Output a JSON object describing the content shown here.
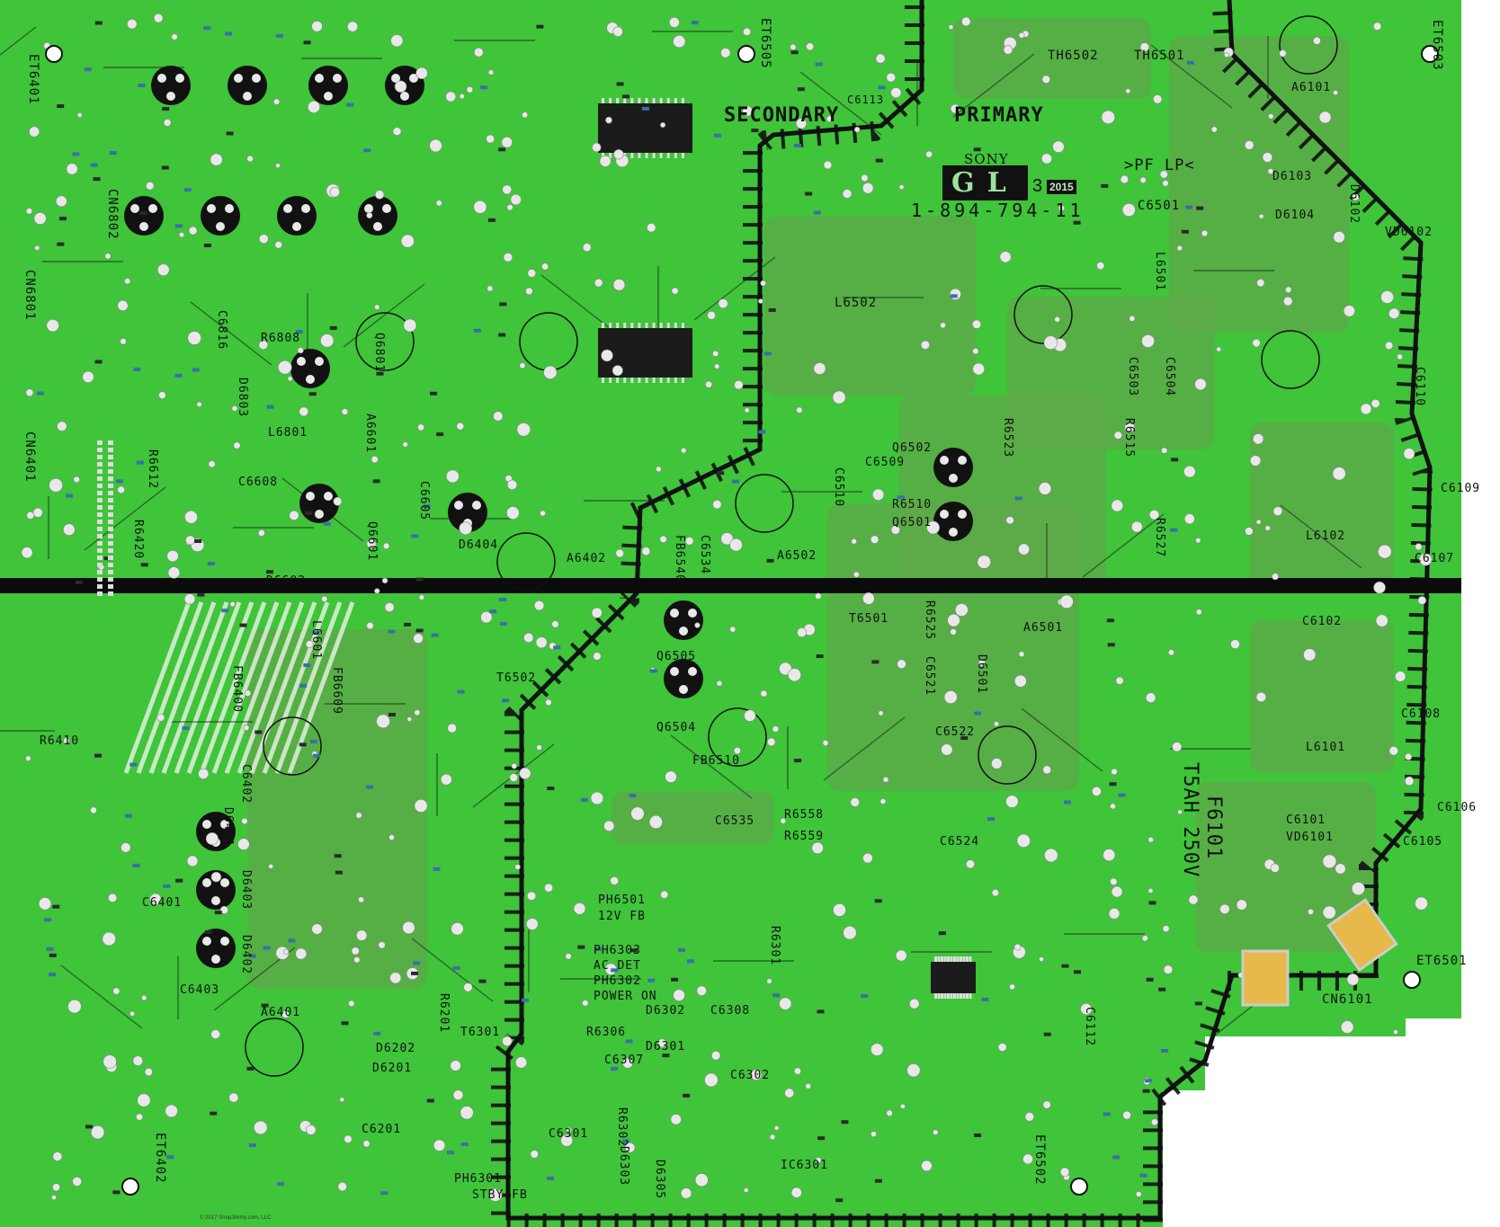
{
  "board": {
    "colors": {
      "board": "#3fc43a",
      "copper_pour": "#5fa84a",
      "silkscreen": "#111111",
      "pad": "#e8e8e8",
      "cutout": "#ffffff"
    },
    "manufacturer": "SONY",
    "model_mark": "GL",
    "model_mark_suffix": "3",
    "year": "2015",
    "part_number": "1-894-794-11",
    "material_mark": ">PF LP<",
    "copyright": "© 2017 ShopJimmy.com, LLC"
  },
  "silkscreen_labels": {
    "secondary": "SECONDARY",
    "primary": "PRIMARY",
    "th6502": "TH6502",
    "th6501": "TH6501",
    "c6113": "C6113",
    "et6505": "ET6505",
    "et6503": "ET6503",
    "et6401": "ET6401",
    "et6402": "ET6402",
    "et6502": "ET6502",
    "et6501": "ET6501",
    "cn6802": "CN6802",
    "cn6801": "CN6801",
    "cn6401": "CN6401",
    "cn6101": "CN6101",
    "l6502": "L6502",
    "c6501": "C6501",
    "a6101": "A6101",
    "d6103": "D6103",
    "d6104": "D6104",
    "d6102": "D6102",
    "vd6102": "VD6102",
    "l6501": "L6501",
    "c6503": "C6503",
    "c6504": "C6504",
    "r6515": "R6515",
    "r6523": "R6523",
    "r6527": "R6527",
    "c6110": "C6110",
    "q6502": "Q6502",
    "c6509": "C6509",
    "r6510": "R6510",
    "q6501": "Q6501",
    "c6510": "C6510",
    "a6502": "A6502",
    "c6534": "C6534",
    "fb6540": "FB6540",
    "c6109": "C6109",
    "l6102": "L6102",
    "c6107": "C6107",
    "c6102": "C6102",
    "t6501": "T6501",
    "a6501": "A6501",
    "r6525": "R6525",
    "c6521": "C6521",
    "d6501": "D6501",
    "c6522": "C6522",
    "q6505": "Q6505",
    "q6504": "Q6504",
    "fb6510": "FB6510",
    "c6108": "C6108",
    "l6101": "L6101",
    "f6101": "F6101",
    "fuse_rating": "T5AH 250V",
    "c6106": "C6106",
    "c6105": "C6105",
    "c6101": "C6101",
    "vd6101": "VD6101",
    "c6535": "C6535",
    "r6558": "R6558",
    "r6559": "R6559",
    "c6524": "C6524",
    "ph6501": "PH6501",
    "fb12v": "12V FB",
    "ph6303": "PH6303",
    "ac_det": "AC DET",
    "ph6302": "PH6302",
    "power_on": "POWER ON",
    "r6301": "R6301",
    "c6112": "C6112",
    "t6502": "T6502",
    "l6601": "L6601",
    "fb6609": "FB6609",
    "fb6400": "FB6400",
    "r6410": "R6410",
    "c6402": "C6402",
    "d6401": "D6401",
    "d6403": "D6403",
    "d6402": "D6402",
    "c6401": "C6401",
    "c6403": "C6403",
    "a6401": "A6401",
    "r6808": "R6808",
    "l6801": "L6801",
    "d6803": "D6803",
    "q6801": "Q6801",
    "c6816": "C6816",
    "r6612": "R6612",
    "r6420": "R6420",
    "c6608": "C6608",
    "c6605": "C6605",
    "q6601": "Q6601",
    "d6602": "D6602",
    "d6404": "D6404",
    "a6402": "A6402",
    "a6601": "A6601",
    "t6301": "T6301",
    "r6306": "R6306",
    "d6302": "D6302",
    "c6308": "C6308",
    "d6301": "D6301",
    "c6307": "C6307",
    "c6302": "C6302",
    "c6301": "C6301",
    "r6302": "R6302",
    "d6303": "D6303",
    "d6305": "D6305",
    "ic6301": "IC6301",
    "ph6301": "PH6301",
    "stby_fb": "STBY FB",
    "d6202": "D6202",
    "d6201": "D6201",
    "c6201": "C6201",
    "r6201": "R6201"
  }
}
